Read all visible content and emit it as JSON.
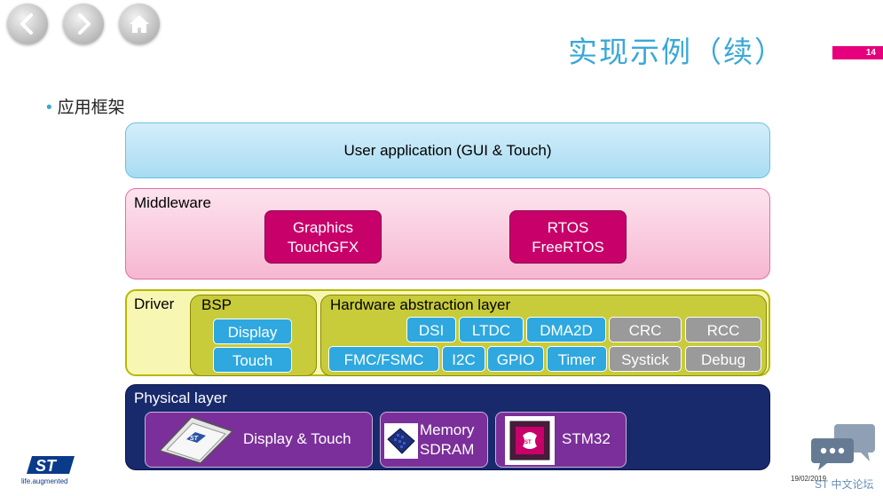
{
  "nav": {
    "back_icon": "chevron-left-icon",
    "forward_icon": "chevron-right-icon",
    "home_icon": "home-icon"
  },
  "header": {
    "title": "实现示例（续）",
    "page_number": "14"
  },
  "bullet": {
    "text": "应用框架"
  },
  "layers": {
    "user_app": {
      "label": "User application (GUI & Touch)"
    },
    "middleware": {
      "label": "Middleware",
      "boxes": [
        {
          "line1": "Graphics",
          "line2": "TouchGFX"
        },
        {
          "line1": "RTOS",
          "line2": "FreeRTOS"
        }
      ]
    },
    "driver": {
      "label": "Driver",
      "bsp": {
        "label": "BSP",
        "items": [
          "Display",
          "Touch"
        ]
      },
      "hal": {
        "label": "Hardware abstraction layer",
        "row1": [
          "DSI",
          "LTDC",
          "DMA2D",
          "CRC",
          "RCC"
        ],
        "row2": [
          "FMC/FSMC",
          "I2C",
          "GPIO",
          "Timer",
          "Systick",
          "Debug"
        ]
      }
    },
    "physical": {
      "label": "Physical layer",
      "display_touch": "Display & Touch",
      "memory_line1": "Memory",
      "memory_line2": "SDRAM",
      "mcu": "STM32"
    }
  },
  "footer": {
    "logo_tagline": "life.augmented",
    "date": "19/02/2019",
    "forum": "ST 中文论坛"
  },
  "colors": {
    "title": "#3aa8d8",
    "page_badge": "#e6007e",
    "middleware_box": "#c8006a",
    "chip_blue": "#2ea8df",
    "chip_gray": "#9a9a9a",
    "physical_bg": "#192a6c",
    "physical_box": "#7b2f9a"
  }
}
